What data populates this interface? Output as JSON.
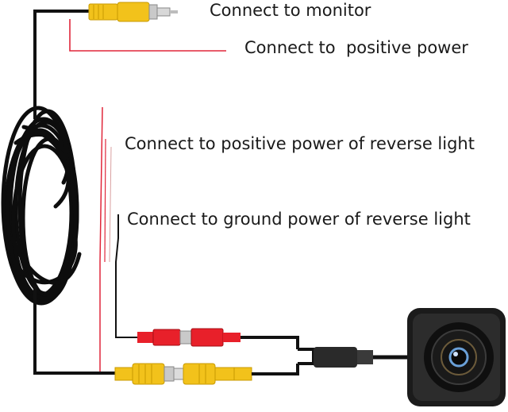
{
  "labels": {
    "monitor": "Connect to monitor",
    "positive_power": "Connect to  positive power",
    "reverse_positive": "Connect to positive power of reverse light",
    "reverse_ground": "Connect to ground power of reverse light"
  },
  "colors": {
    "cable": "#111111",
    "red_wire": "#e0263a",
    "rca_yellow": "#f2c21b",
    "rca_red": "#e8202a",
    "camera_body": "#1b1b1b"
  }
}
